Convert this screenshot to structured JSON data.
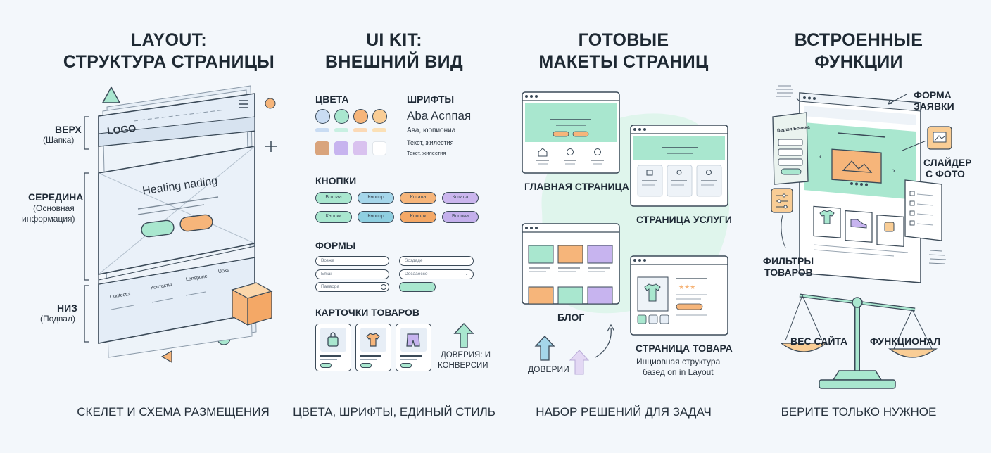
{
  "col1": {
    "title_line1": "LAYOUT:",
    "title_line2": "СТРУКТУРА СТРАНИЦЫ",
    "top_label": "ВЕРХ",
    "top_sub": "(Шапка)",
    "mid_label": "СЕРЕДИНА",
    "mid_sub1": "(Основная",
    "mid_sub2": "информация)",
    "bottom_label": "НИЗ",
    "bottom_sub": "(Подвал)",
    "logo": "LOGO",
    "heading": "Heating nading",
    "footer_links": [
      "Contectoi",
      "Контакты",
      "Lenspone",
      "Uoks"
    ],
    "caption": "СКЕЛЕТ И СХЕМА РАЗМЕЩЕНИЯ"
  },
  "col2": {
    "title_line1": "UI KIT:",
    "title_line2": "ВНЕШНИЙ ВИД",
    "colors_label": "ЦВЕТА",
    "fonts_label": "ШРИФТЫ",
    "font_samples": [
      "Aba Acnпая",
      "Aва, юопиониа",
      "Текст, жилестия",
      "Текст, жилестия"
    ],
    "buttons_label": "КНОПКИ",
    "buttons_row1": [
      "Ботраа",
      "Кноппр",
      "Котапа",
      "Котапа"
    ],
    "buttons_row2": [
      "Кнопки",
      "Кноппр",
      "Кополк",
      "Боопиа"
    ],
    "forms_label": "ФОРМЫ",
    "form_fields": [
      "Bозже",
      "Sоздаде",
      "Email",
      "Deсаaecco",
      "Паевора"
    ],
    "cards_label": "КАРТОЧКИ ТОВАРОВ",
    "trust_label1": "ДОВЕРИЯ: И",
    "trust_label2": "КОНВЕРСИИ",
    "palette": {
      "blue": "#c9dcf3",
      "mint": "#a9e7cf",
      "orange": "#f6b57a",
      "peach": "#f9cd95",
      "tan": "#d9a47c",
      "purple": "#c7b4ef",
      "lilac": "#d9c2ef",
      "white": "#ffffff"
    },
    "caption": "ЦВЕТА, ШРИФТЫ, ЕДИНЫЙ СТИЛЬ"
  },
  "col3": {
    "title_line1": "ГОТОВЫЕ",
    "title_line2": "МАКЕТЫ СТРАНИЦ",
    "home_label": "ГЛАВНАЯ СТРАНИЦА",
    "service_label": "СТРАНИЦА УСЛУГИ",
    "blog_label": "БЛОГ",
    "product_label": "СТРАНИЦА ТОВАРА",
    "product_note1": "Инциовная структура",
    "product_note2": "базед on in Layout",
    "trust_label": "ДОВЕРИИ",
    "caption": "НАБОР РЕШЕНИЙ ДЛЯ ЗАДАЧ"
  },
  "col4": {
    "title_line1": "ВСТРОЕННЫЕ",
    "title_line2": "ФУНКЦИИ",
    "form_label1": "ФОРМА",
    "form_label2": "ЗАЯВКИ",
    "form_card_title": "Вершя Бовька",
    "slider_label1": "СЛАЙДЕР",
    "slider_label2": "С ФОТО",
    "filters_label1": "ФИЛЬТРЫ",
    "filters_label2": "ТОВАРОВ",
    "weight_label": "ВЕС САЙТА",
    "func_label": "ФУНКЦИОНАЛ",
    "caption": "БЕРИТЕ ТОЛЬКО НУЖНОЕ"
  }
}
